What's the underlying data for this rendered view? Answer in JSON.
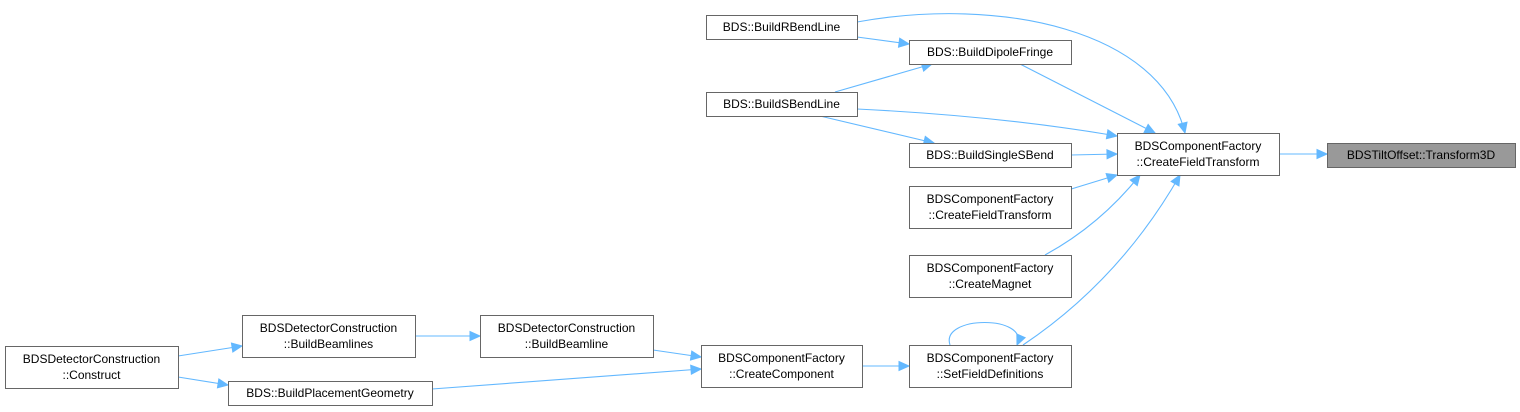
{
  "colors": {
    "edge": "#63b8ff",
    "node_border": "#666666",
    "node_fill": "#ffffff",
    "focus_fill": "#999999",
    "text": "#000000"
  },
  "nodes": [
    {
      "id": "transform3d",
      "lines": [
        "BDSTiltOffset::Transform3D"
      ],
      "focus": true
    },
    {
      "id": "cft_main",
      "lines": [
        "BDSComponentFactory",
        "::CreateFieldTransform"
      ]
    },
    {
      "id": "rbend",
      "lines": [
        "BDS::BuildRBendLine"
      ]
    },
    {
      "id": "dipolefringe",
      "lines": [
        "BDS::BuildDipoleFringe"
      ]
    },
    {
      "id": "sbendline",
      "lines": [
        "BDS::BuildSBendLine"
      ]
    },
    {
      "id": "singlesbend",
      "lines": [
        "BDS::BuildSingleSBend"
      ]
    },
    {
      "id": "cft_other",
      "lines": [
        "BDSComponentFactory",
        "::CreateFieldTransform"
      ]
    },
    {
      "id": "createmagnet",
      "lines": [
        "BDSComponentFactory",
        "::CreateMagnet"
      ]
    },
    {
      "id": "setfield",
      "lines": [
        "BDSComponentFactory",
        "::SetFieldDefinitions"
      ]
    },
    {
      "id": "createcomponent",
      "lines": [
        "BDSComponentFactory",
        "::CreateComponent"
      ]
    },
    {
      "id": "buildbeamline",
      "lines": [
        "BDSDetectorConstruction",
        "::BuildBeamline"
      ]
    },
    {
      "id": "buildbeamlines",
      "lines": [
        "BDSDetectorConstruction",
        "::BuildBeamlines"
      ]
    },
    {
      "id": "placement",
      "lines": [
        "BDS::BuildPlacementGeometry"
      ]
    },
    {
      "id": "construct",
      "lines": [
        "BDSDetectorConstruction",
        "::Construct"
      ]
    }
  ],
  "edges": [
    {
      "from": "cft_main",
      "to": "transform3d"
    },
    {
      "from": "rbend",
      "to": "cft_main"
    },
    {
      "from": "rbend",
      "to": "dipolefringe"
    },
    {
      "from": "dipolefringe",
      "to": "cft_main"
    },
    {
      "from": "sbendline",
      "to": "dipolefringe"
    },
    {
      "from": "sbendline",
      "to": "cft_main"
    },
    {
      "from": "sbendline",
      "to": "singlesbend"
    },
    {
      "from": "singlesbend",
      "to": "cft_main"
    },
    {
      "from": "cft_other",
      "to": "cft_main"
    },
    {
      "from": "createmagnet",
      "to": "cft_main"
    },
    {
      "from": "setfield",
      "to": "cft_main"
    },
    {
      "from": "setfield",
      "to": "setfield"
    },
    {
      "from": "createcomponent",
      "to": "setfield"
    },
    {
      "from": "buildbeamline",
      "to": "createcomponent"
    },
    {
      "from": "buildbeamlines",
      "to": "buildbeamline"
    },
    {
      "from": "placement",
      "to": "createcomponent"
    },
    {
      "from": "construct",
      "to": "buildbeamlines"
    },
    {
      "from": "construct",
      "to": "placement"
    }
  ]
}
